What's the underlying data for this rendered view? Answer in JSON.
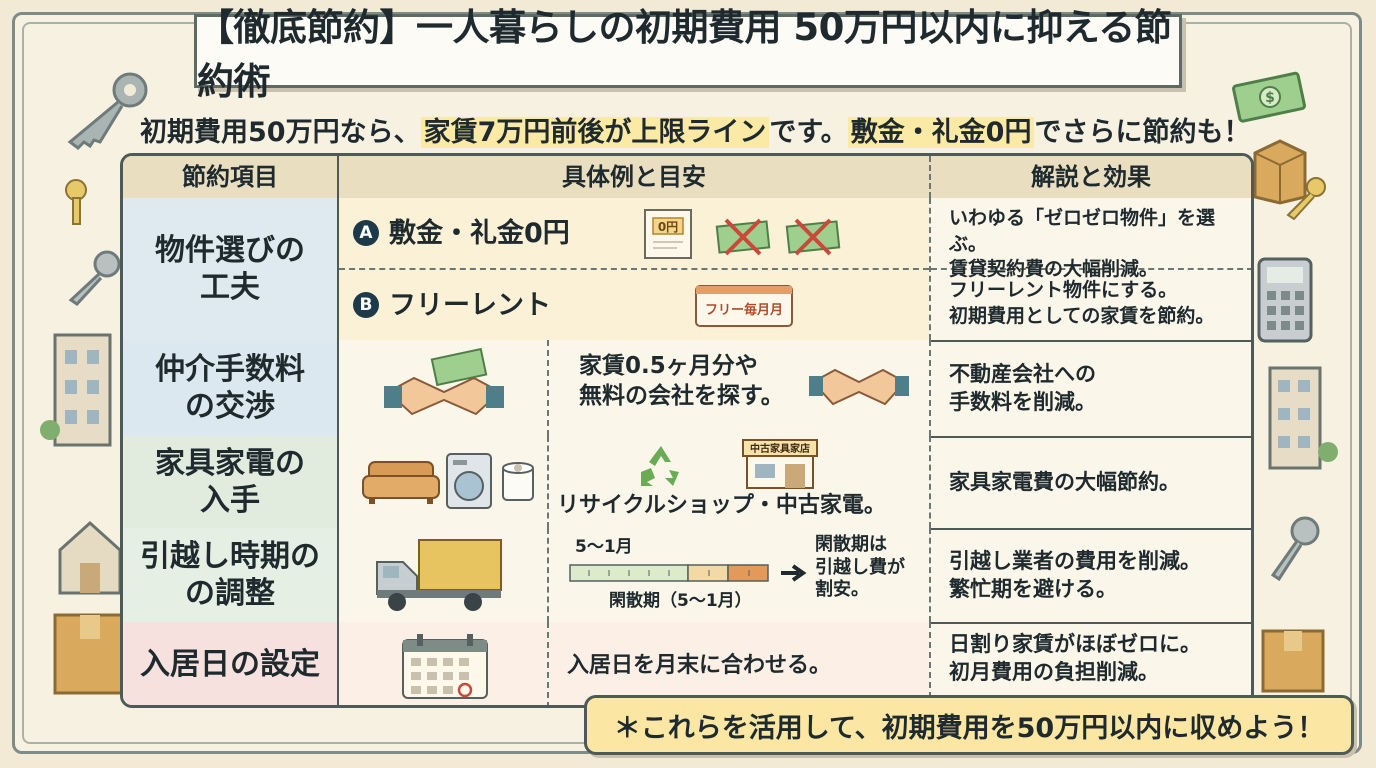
{
  "title": "【徹底節約】一人暮らしの初期費用 50万円以内に抑える節約術",
  "subtitle": {
    "part1": "初期費用50万円なら、",
    "highlight1": "家賃7万円前後が上限ライン",
    "part2": "です。",
    "highlight2": "敷金・礼金0円",
    "part3": "でさらに節約も！"
  },
  "table": {
    "headers": [
      "節約項目",
      "具体例と目安",
      "解説と効果"
    ],
    "rows": [
      {
        "category": [
          "物件選びの",
          "工夫"
        ],
        "subrows": [
          {
            "badge": "A",
            "label": "敷金・礼金0円",
            "icon_text": "0円",
            "explanation": [
              "いわゆる「ゼロゼロ物件」を選ぶ。",
              "賃貸契約費の大幅削減。"
            ]
          },
          {
            "badge": "B",
            "label": "フリーレント",
            "icon_text": "フリー毎月月",
            "explanation": [
              "フリーレント物件にする。",
              "初期費用としての家賃を節約。"
            ]
          }
        ]
      },
      {
        "category": [
          "仲介手数料",
          "の交渉"
        ],
        "example": [
          "家賃0.5ヶ月分や",
          "無料の会社を探す。"
        ],
        "explanation": [
          "不動産会社への",
          "手数料を削減。"
        ]
      },
      {
        "category": [
          "家具家電の",
          "入手"
        ],
        "shop_sign": "中古家具家店",
        "example": [
          "リサイクルショップ・中古家電。"
        ],
        "explanation": [
          "家具家電費の大幅節約。"
        ]
      },
      {
        "category": [
          "引越し時期の",
          "の調整"
        ],
        "timeline_top": "5〜1月",
        "timeline_bottom": "閑散期（5〜1月）",
        "example": [
          "閑散期は",
          "引越し費が",
          "割安。"
        ],
        "explanation": [
          "引越し業者の費用を削減。",
          "繁忙期を避ける。"
        ]
      },
      {
        "category": [
          "入居日の設定"
        ],
        "example": [
          "入居日を月末に合わせる。"
        ],
        "explanation": [
          "日割り家賃がほぼゼロに。",
          "初月費用の負担削減。"
        ]
      }
    ]
  },
  "callout": "＊これらを活用して、初期費用を50万円以内に収めよう！",
  "colors": {
    "row1": "#dfeaf0",
    "row2": "#dbe8ef",
    "row3": "#e1ecdf",
    "row4": "#e5efe3",
    "row5": "#f6e1df",
    "accent": "#fbeaa6",
    "border": "#4d5a57"
  },
  "icons": [
    "key-icon",
    "money-icon",
    "box-icon",
    "calculator-icon",
    "building-icon",
    "handshake-icon",
    "sofa-icon",
    "washer-icon",
    "recycle-icon",
    "shop-icon",
    "truck-icon",
    "calendar-icon"
  ]
}
